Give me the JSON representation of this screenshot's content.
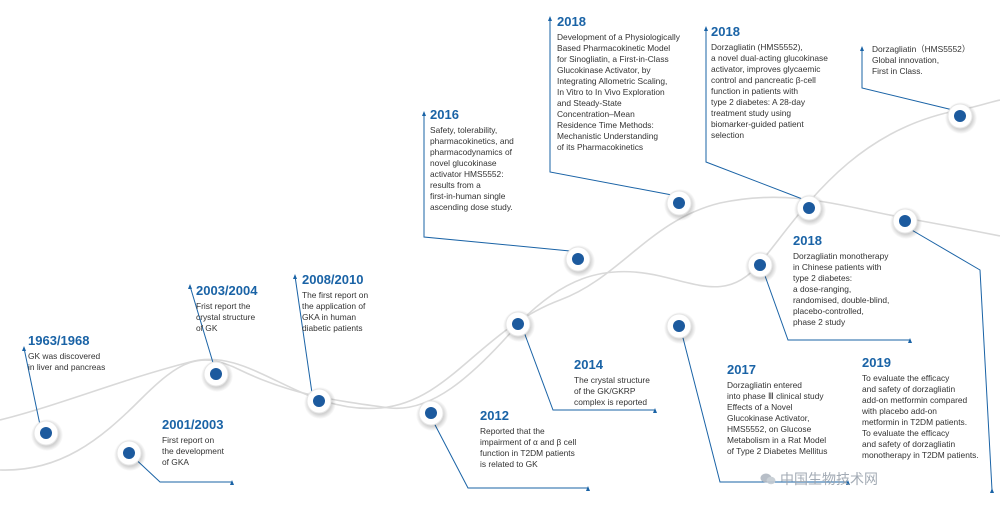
{
  "colors": {
    "accent": "#1a63a6",
    "node_fill": "#1c5a9e",
    "curve": "#d9d9d9"
  },
  "milestones": [
    {
      "year": "1963/1968",
      "text": "GK was discovered\nin liver and pancreas"
    },
    {
      "year": "2001/2003",
      "text": "First report on\nthe development\nof GKA"
    },
    {
      "year": "2003/2004",
      "text": "Frist report the\ncrystal structure\nof GK"
    },
    {
      "year": "2008/2010",
      "text": "The first report on\nthe application of\nGKA in human\ndiabetic patients"
    },
    {
      "year": "2012",
      "text": "Reported that the\nimpairment of α and β cell\nfunction in T2DM patients\nis related to GK"
    },
    {
      "year": "2016",
      "text": "Safety, tolerability,\npharmacokinetics, and\npharmacodynamics of\nnovel glucokinase\nactivator HMS5552:\nresults from a\nfirst-in-human single\nascending dose study."
    },
    {
      "year": "2014",
      "text": "The crystal structure\nof the GK/GKRP\ncomplex is reported"
    },
    {
      "year": "2018",
      "text": "Development of a Physiologically\nBased Pharmacokinetic Model\nfor Sinogliatin, a First-in-Class\nGlucokinase Activator, by\nIntegrating Allometric Scaling,\nIn Vitro to In Vivo Exploration\nand Steady-State\nConcentration–Mean\nResidence Time Methods:\nMechanistic Understanding\nof its Pharmacokinetics"
    },
    {
      "year": "2017",
      "text": "Dorzagliatin entered\ninto phase Ⅲ clinical study\nEffects of a Novel\nGlucokinase Activator,\nHMS5552, on Glucose\nMetabolism in a Rat Model\nof Type 2 Diabetes Mellitus"
    },
    {
      "year": "2018",
      "text": "Dorzagliatin (HMS5552),\na novel dual-acting glucokinase\nactivator, improves glycaemic\ncontrol and pancreatic β-cell\nfunction in patients with\ntype 2 diabetes: A 28-day\ntreatment study using\nbiomarker-guided patient\nselection"
    },
    {
      "year": "2018",
      "text": "Dorzagliatin monotherapy\nin Chinese patients with\ntype 2 diabetes:\na dose-ranging,\nrandomised, double-blind,\nplacebo-controlled,\nphase 2 study"
    },
    {
      "year": "2019",
      "text": "To evaluate the efficacy\nand safety of dorzagliatin\nadd-on metformin compared\nwith placebo add-on\nmetformin in T2DM patients.\nTo evaluate the efficacy\nand safety of dorzagliatin\nmonotherapy in T2DM patients."
    },
    {
      "year": "",
      "text": "Dorzagliatin（HMS5552）\nGlobal innovation,\nFirst in Class."
    }
  ],
  "watermark": "中国生物技术网"
}
